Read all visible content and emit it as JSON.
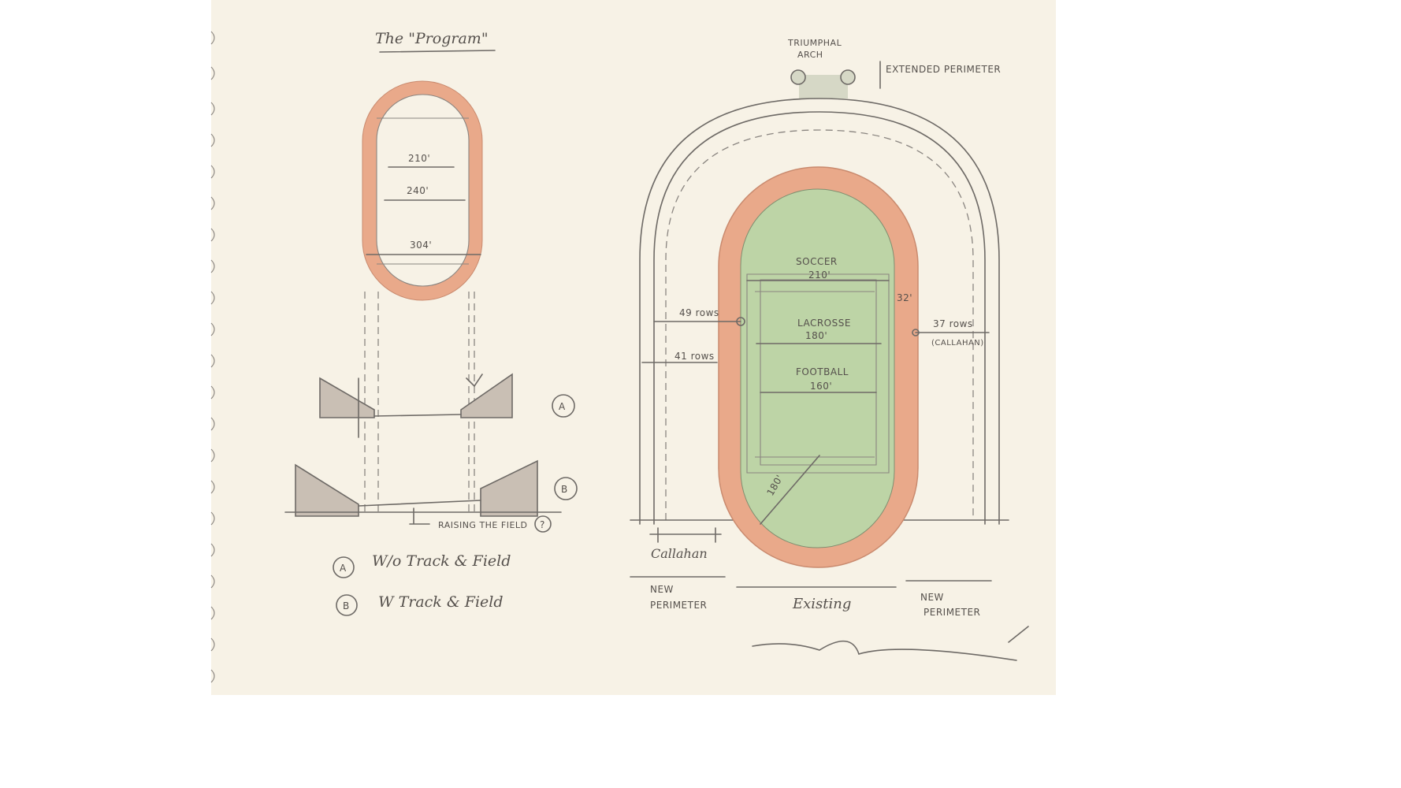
{
  "colors": {
    "paper": "#f7f2e6",
    "track": "#e9a98a",
    "field": "#bdd4a6",
    "section": "#c9bfb4",
    "pencil": "#6e6a66"
  },
  "left": {
    "title": "The \"Program\"",
    "dims": [
      "210'",
      "240'",
      "304'"
    ],
    "section_a": "A",
    "section_b": "B",
    "raising": "RAISING THE FIELD",
    "question": "?",
    "legend": [
      {
        "mark": "A",
        "text": "W/o Track & Field"
      },
      {
        "mark": "B",
        "text": "W Track & Field"
      }
    ]
  },
  "right": {
    "arch": [
      "TRIUMPHAL",
      "ARCH"
    ],
    "extended": "EXTENDED PERIMETER",
    "soccer": "SOCCER",
    "soccer_dim": "210'",
    "lacrosse": "LACROSSE",
    "lacrosse_dim": "180'",
    "football": "FOOTBALL",
    "football_dim": "160'",
    "dim_32": "32'",
    "rows_49": "49 rows",
    "rows_41": "41 rows",
    "rows_37": "37 rows",
    "callahan_paren": "(CALLAHAN)",
    "radius": "180'",
    "callahan": "Callahan",
    "new_perimeter_left": [
      "NEW",
      "PERIMETER"
    ],
    "existing": "Existing",
    "new_perimeter_right": [
      "NEW",
      "PERIMETER"
    ]
  }
}
